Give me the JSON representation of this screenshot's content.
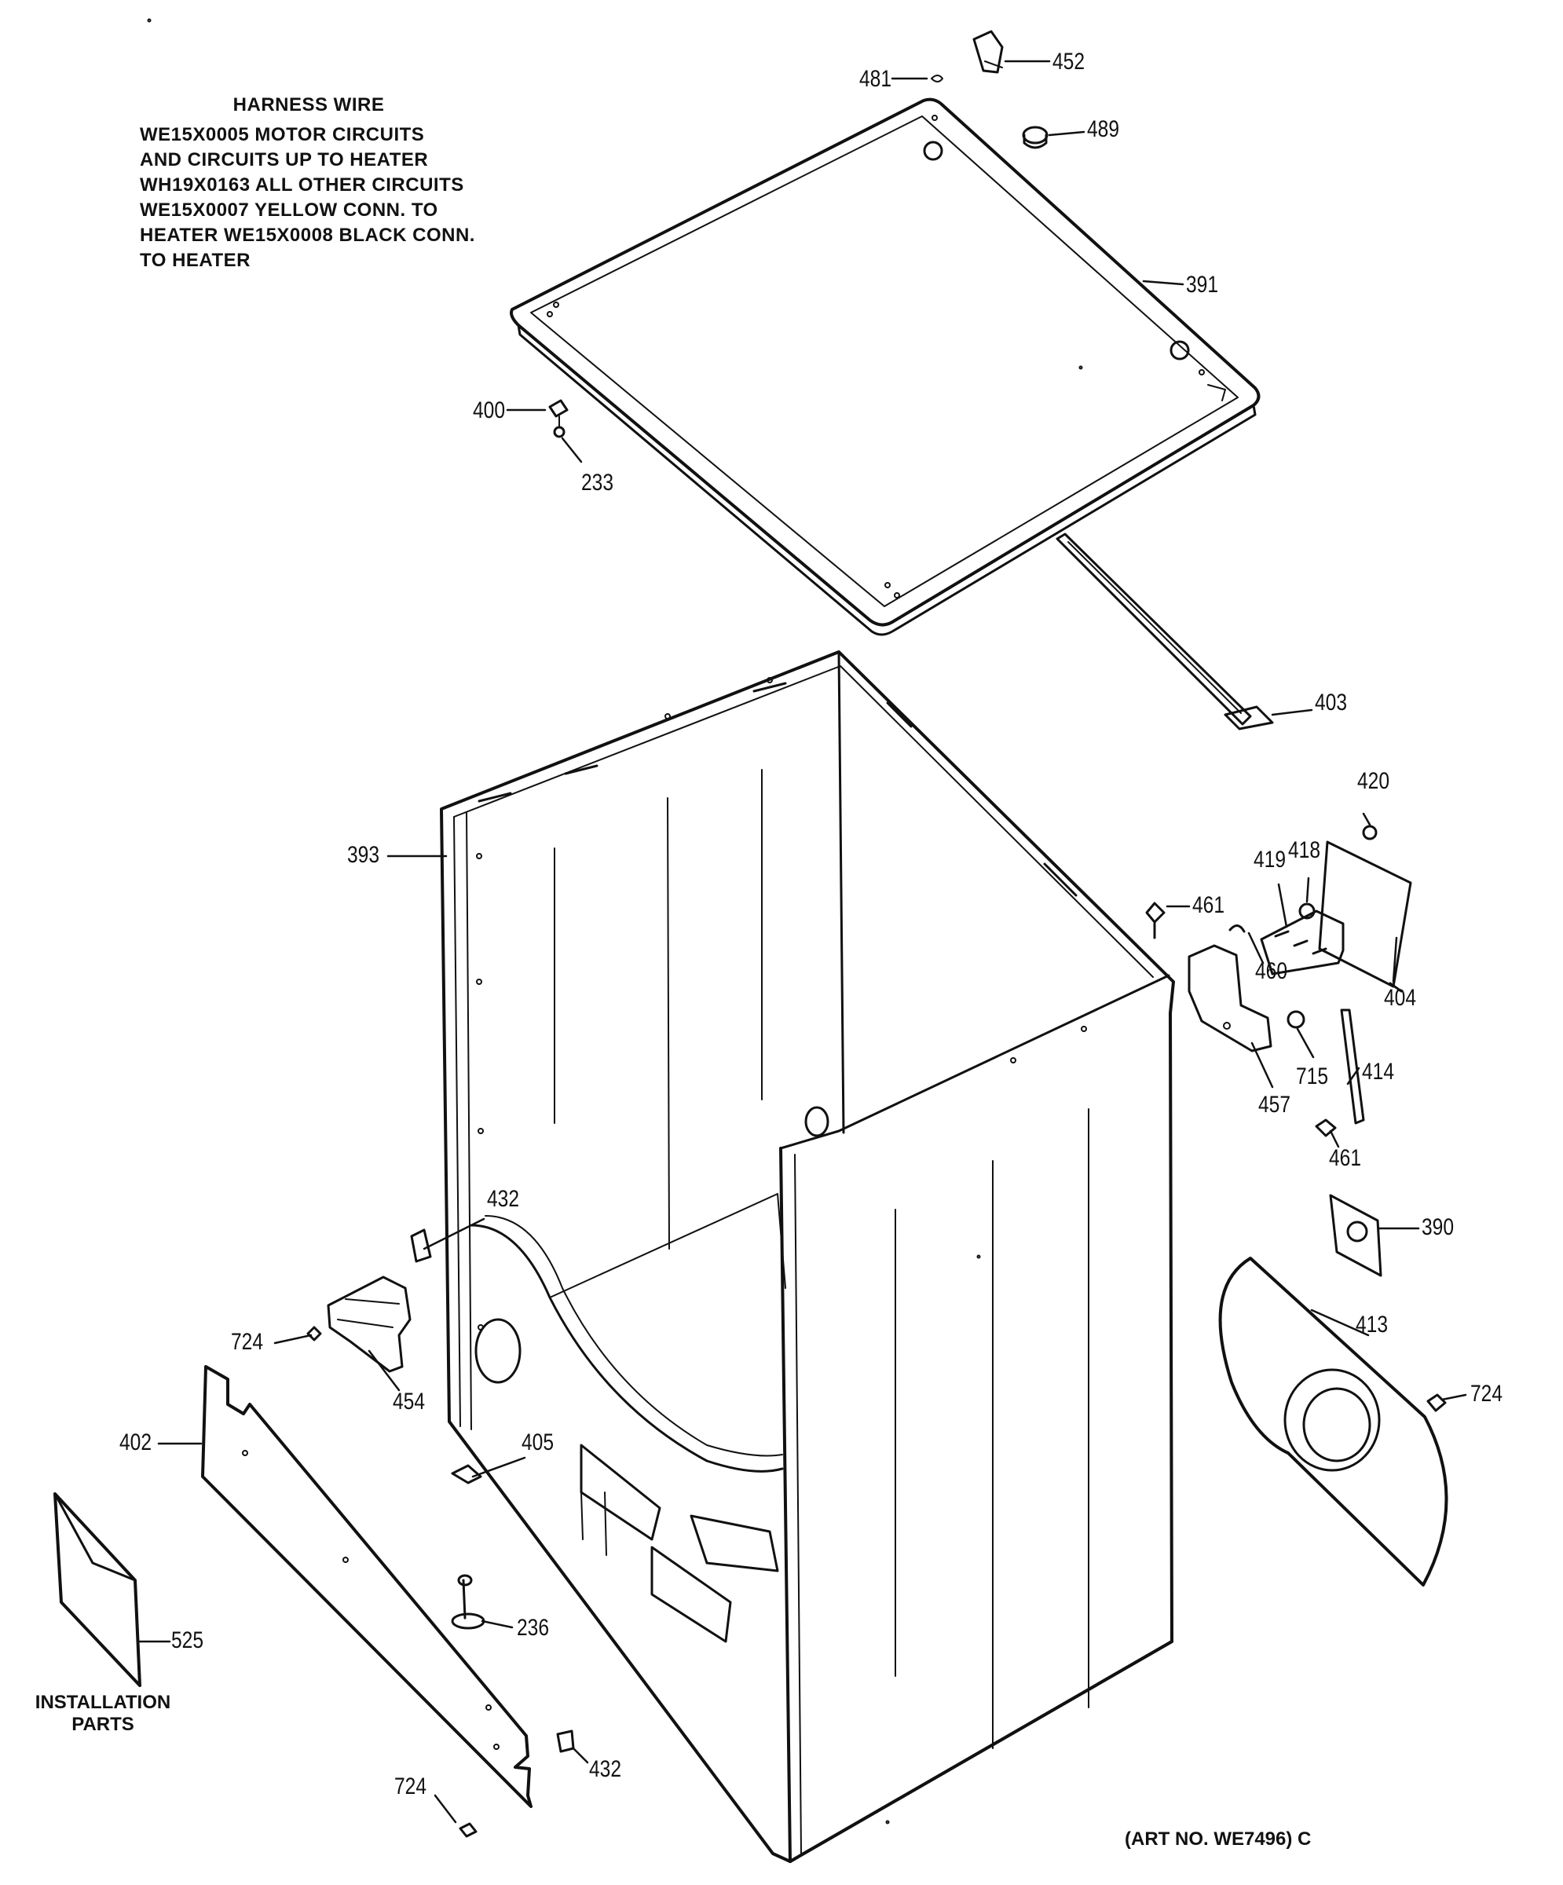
{
  "harness_note": {
    "title": "HARNESS WIRE",
    "lines": [
      "WE15X0005 MOTOR CIRCUITS",
      "AND CIRCUITS UP TO HEATER",
      "WH19X0163 ALL OTHER CIRCUITS",
      "WE15X0007 YELLOW CONN. TO",
      "HEATER WE15X0008 BLACK CONN.",
      "TO HEATER"
    ]
  },
  "callouts": {
    "c481": "481",
    "c452": "452",
    "c489": "489",
    "c391": "391",
    "c400": "400",
    "c233": "233",
    "c403": "403",
    "c393": "393",
    "c420": "420",
    "c418": "418",
    "c419": "419",
    "c461a": "461",
    "c460": "460",
    "c404": "404",
    "c715": "715",
    "c414": "414",
    "c457": "457",
    "c461b": "461",
    "c390": "390",
    "c432a": "432",
    "c724a": "724",
    "c454": "454",
    "c413": "413",
    "c724b": "724",
    "c402": "402",
    "c405": "405",
    "c236": "236",
    "c525": "525",
    "c724c": "724",
    "c432b": "432"
  },
  "captions": {
    "installation": "INSTALLATION PARTS",
    "art_no": "(ART NO. WE7496) C"
  },
  "colors": {
    "ink": "#111111",
    "paper": "#ffffff"
  }
}
